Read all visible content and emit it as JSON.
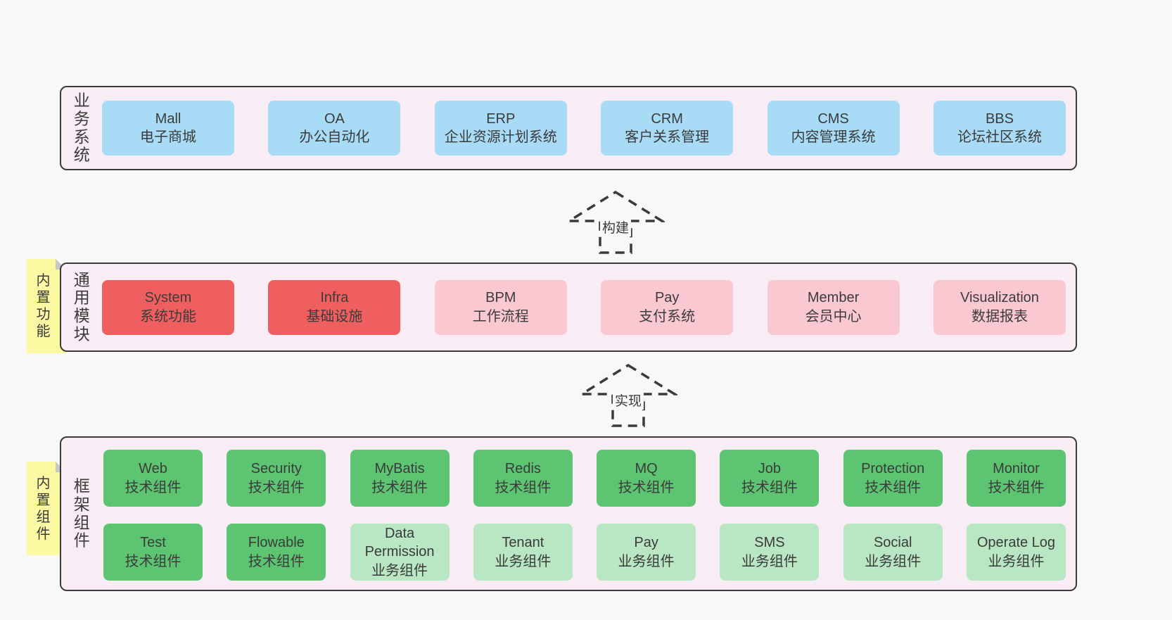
{
  "colors": {
    "background": "#f8f8f8",
    "layer_fill": "#f8edf5",
    "layer_border": "#3b3b3b",
    "blue_box": "#a7dbf6",
    "red_box": "#f05f5f",
    "pink_box": "#f9c8d1",
    "green_box": "#5dc571",
    "light_green_box": "#b9e6c3",
    "note_yellow": "#fbfaa2",
    "note_fold_gray": "#c8c8c8",
    "text": "#3b3b3b"
  },
  "arrows": [
    {
      "label": "构建"
    },
    {
      "label": "实现"
    }
  ],
  "layers": [
    {
      "label": "业务系统",
      "boxes": [
        {
          "title": "Mall",
          "subtitle": "电子商城"
        },
        {
          "title": "OA",
          "subtitle": "办公自动化"
        },
        {
          "title": "ERP",
          "subtitle": "企业资源计划系统"
        },
        {
          "title": "CRM",
          "subtitle": "客户关系管理"
        },
        {
          "title": "CMS",
          "subtitle": "内容管理系统"
        },
        {
          "title": "BBS",
          "subtitle": "论坛社区系统"
        }
      ]
    },
    {
      "label": "通用模块",
      "note": "内置功能",
      "boxes": [
        {
          "title": "System",
          "subtitle": "系统功能"
        },
        {
          "title": "Infra",
          "subtitle": "基础设施"
        },
        {
          "title": "BPM",
          "subtitle": "工作流程"
        },
        {
          "title": "Pay",
          "subtitle": "支付系统"
        },
        {
          "title": "Member",
          "subtitle": "会员中心"
        },
        {
          "title": "Visualization",
          "subtitle": "数据报表"
        }
      ]
    },
    {
      "label": "框架组件",
      "note": "内置组件",
      "row1": [
        {
          "title": "Web",
          "subtitle": "技术组件"
        },
        {
          "title": "Security",
          "subtitle": "技术组件"
        },
        {
          "title": "MyBatis",
          "subtitle": "技术组件"
        },
        {
          "title": "Redis",
          "subtitle": "技术组件"
        },
        {
          "title": "MQ",
          "subtitle": "技术组件"
        },
        {
          "title": "Job",
          "subtitle": "技术组件"
        },
        {
          "title": "Protection",
          "subtitle": "技术组件"
        },
        {
          "title": "Monitor",
          "subtitle": "技术组件"
        }
      ],
      "row2": [
        {
          "title": "Test",
          "subtitle": "技术组件"
        },
        {
          "title": "Flowable",
          "subtitle": "技术组件"
        },
        {
          "title": "Data Permission",
          "subtitle": "业务组件"
        },
        {
          "title": "Tenant",
          "subtitle": "业务组件"
        },
        {
          "title": "Pay",
          "subtitle": "业务组件"
        },
        {
          "title": "SMS",
          "subtitle": "业务组件"
        },
        {
          "title": "Social",
          "subtitle": "业务组件"
        },
        {
          "title": "Operate Log",
          "subtitle": "业务组件"
        }
      ]
    }
  ]
}
